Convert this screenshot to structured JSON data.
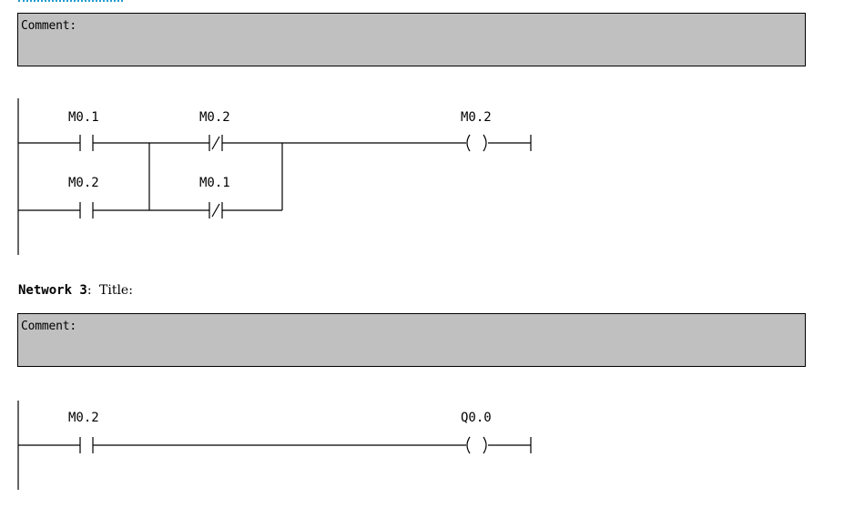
{
  "network2": {
    "comment_label": "Comment:",
    "row1": {
      "contact1_label": "M0.1",
      "contact1_type": "NO",
      "contact2_label": "M0.2",
      "contact2_type": "NC",
      "coil_label": "M0.2"
    },
    "row2": {
      "contact1_label": "M0.2",
      "contact1_type": "NO",
      "contact2_label": "M0.1",
      "contact2_type": "NC"
    },
    "coil_symbol": "( )"
  },
  "network3": {
    "title_prefix": "Network 3",
    "title_sep": ":",
    "title_text": "Title:",
    "comment_label": "Comment:",
    "row1": {
      "contact1_label": "M0.2",
      "contact1_type": "NO",
      "coil_label": "Q0.0"
    },
    "coil_symbol": "( )"
  },
  "colors": {
    "comment_bg": "#c0c0c0",
    "dotted_accent": "#1e9bd0"
  }
}
